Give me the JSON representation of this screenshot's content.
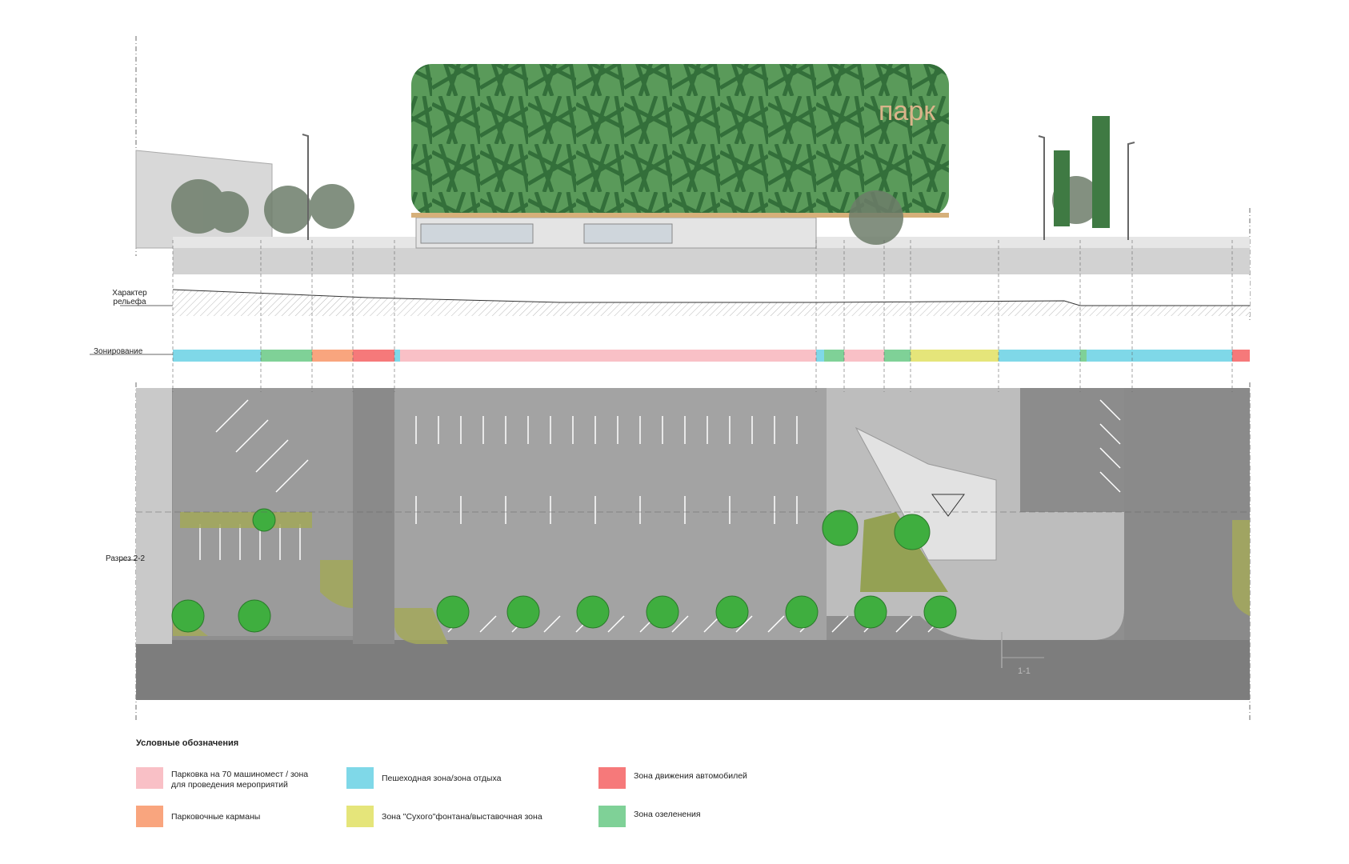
{
  "labels": {
    "relief": "Характер\nрельефа",
    "zoning": "Зонирование",
    "section": "Разрез 2-2",
    "section_mark": "1-1",
    "building_sign": "парк"
  },
  "legend": {
    "title": "Условные обозначения",
    "items": [
      {
        "label": "Парковка на 70 машиномест / зона\nдля проведения мероприятий",
        "color": "#f9c0c6"
      },
      {
        "label": "Пешеходная зона/зона отдыха",
        "color": "#7fd8e8"
      },
      {
        "label": "Зона движения автомобилей",
        "color": "#f6797a"
      },
      {
        "label": "Парковочные карманы",
        "color": "#f9a57e"
      },
      {
        "label": "Зона \"Сухого\"фонтана/выставочная зона",
        "color": "#e5e57a"
      },
      {
        "label": "Зона озеленения",
        "color": "#7fd197"
      }
    ]
  },
  "zoning": [
    {
      "zone": "pedestrian",
      "color": "#7fd8e8"
    },
    {
      "zone": "greenery",
      "color": "#7fd197"
    },
    {
      "zone": "parking-pockets",
      "color": "#f9a57e"
    },
    {
      "zone": "traffic",
      "color": "#f6797a"
    },
    {
      "zone": "pedestrian",
      "color": "#7fd8e8"
    },
    {
      "zone": "parking-events",
      "color": "#f9c0c6"
    },
    {
      "zone": "pedestrian",
      "color": "#7fd8e8"
    },
    {
      "zone": "greenery",
      "color": "#7fd197"
    },
    {
      "zone": "parking-events",
      "color": "#f9c0c6"
    },
    {
      "zone": "greenery",
      "color": "#7fd197"
    },
    {
      "zone": "fountain",
      "color": "#e5e57a"
    },
    {
      "zone": "pedestrian",
      "color": "#7fd8e8"
    },
    {
      "zone": "greenery",
      "color": "#7fd197"
    },
    {
      "zone": "pedestrian",
      "color": "#7fd8e8"
    },
    {
      "zone": "traffic",
      "color": "#f6797a"
    },
    {
      "zone": "greenery",
      "color": "#7fd197"
    }
  ],
  "colors": {
    "facade": "#5a9a5a",
    "facade_dark": "#3f7a43",
    "asphalt": "#8a8a8a",
    "paving": "#c8c8c8",
    "tree": "#3fae3f"
  }
}
